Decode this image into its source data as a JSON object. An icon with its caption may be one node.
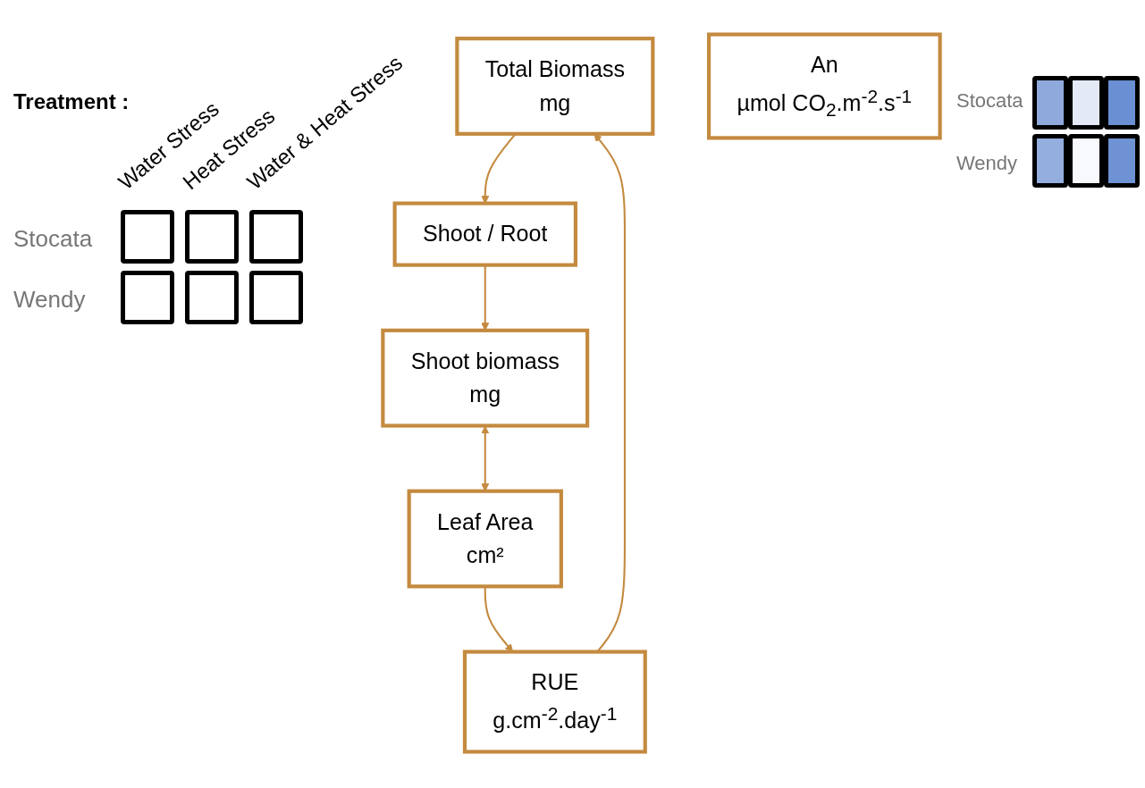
{
  "diagram": {
    "nodes": [
      {
        "text": [
          "Total Biomass",
          "mg"
        ]
      },
      {
        "text": [
          "RUE",
          "g.cm$^{-2}$.day$^{-1}$"
        ]
      },
      {
        "text": [
          "Shoot / Root"
        ]
      },
      {
        "text": [
          "An",
          "µmol CO$_{2}$.m$^{-2}$.s$^{-1}$"
        ]
      },
      {
        "text": [
          "Shoot biomass",
          "mg"
        ]
      },
      {
        "text": [
          "Leaf Area",
          "cm²"
        ]
      }
    ],
    "edges": [
      {
        "from": 1,
        "to": 0,
        "arrow": "to"
      },
      {
        "from": 0,
        "to": 2,
        "arrow": "to"
      },
      {
        "from": 2,
        "to": 4,
        "arrow": "to"
      },
      {
        "from": 4,
        "to": 5,
        "arrow": "both"
      },
      {
        "from": 5,
        "to": 1,
        "arrow": "to"
      }
    ],
    "labels": [
      "Treatment :",
      "Water Stress",
      "Heat Stress",
      "Water & Heat Stress",
      "Stocata",
      "Wendy",
      "Stocata",
      "Wendy"
    ]
  }
}
